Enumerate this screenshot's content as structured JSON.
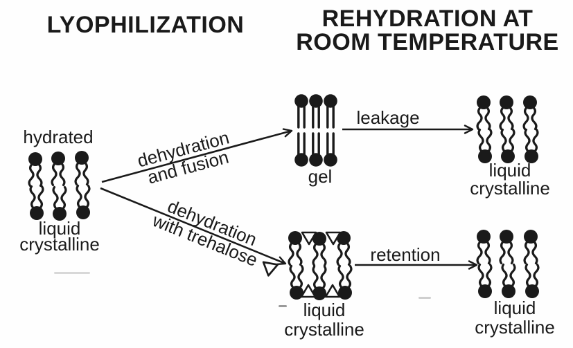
{
  "titles": {
    "left": "LYOPHILIZATION",
    "right_line1": "REHYDRATION AT",
    "right_line2": "ROOM TEMPERATURE"
  },
  "nodes": {
    "hydrated": {
      "state": "hydrated",
      "line1": "liquid",
      "line2": "crystalline"
    },
    "gel": {
      "label": "gel"
    },
    "rehydrated_from_gel": {
      "line1": "liquid",
      "line2": "crystalline"
    },
    "dried_with_trehalose": {
      "line1": "liquid",
      "line2": "crystalline"
    },
    "rehydrated_with_trehalose": {
      "line1": "liquid",
      "line2": "crystalline"
    }
  },
  "arrows": {
    "upper": {
      "line1": "dehydration",
      "line2": "and fusion"
    },
    "lower": {
      "line1": "dehydration",
      "line2": "with trehalose"
    },
    "leakage": {
      "label": "leakage"
    },
    "retention": {
      "label": "retention"
    }
  },
  "icons": {
    "trehalose_marker": "open-triangle-down",
    "bilayer_head": "filled-circle",
    "trehalose_intercalated": [
      "open-triangle-down",
      "open-triangle-up"
    ]
  },
  "colors": {
    "ink": "#1a1a1a",
    "background": "#ffffff"
  }
}
